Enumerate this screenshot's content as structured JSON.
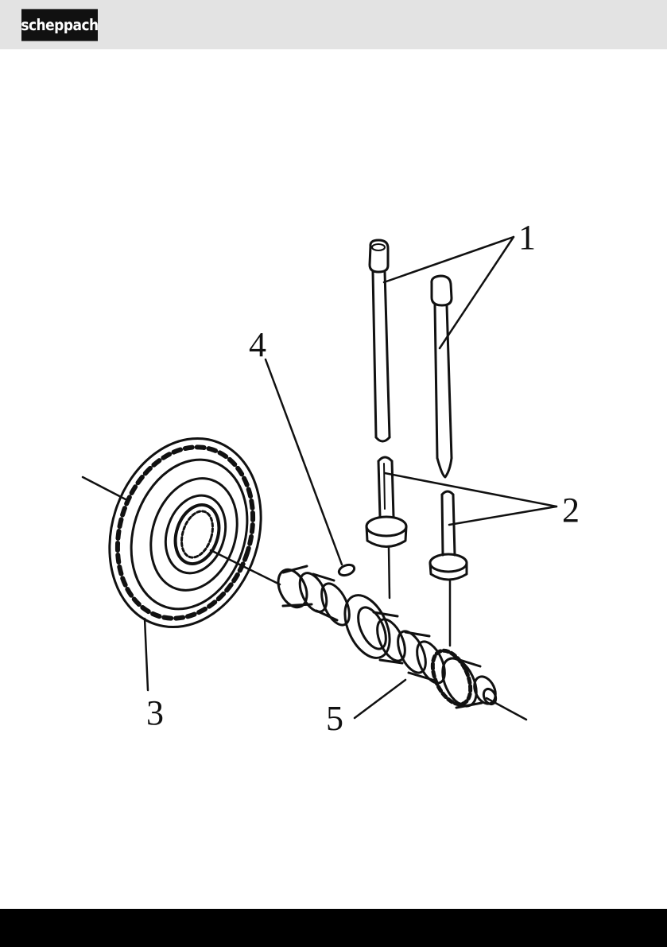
{
  "header": {
    "logo_text": "scheppach"
  },
  "figure": {
    "callouts": [
      {
        "id": "1",
        "label": "1"
      },
      {
        "id": "2",
        "label": "2"
      },
      {
        "id": "3",
        "label": "3"
      },
      {
        "id": "4",
        "label": "4"
      },
      {
        "id": "5",
        "label": "5"
      }
    ]
  },
  "colors": {
    "header_band": "#e3e3e3",
    "footer_band": "#000000",
    "ink": "#111111"
  }
}
